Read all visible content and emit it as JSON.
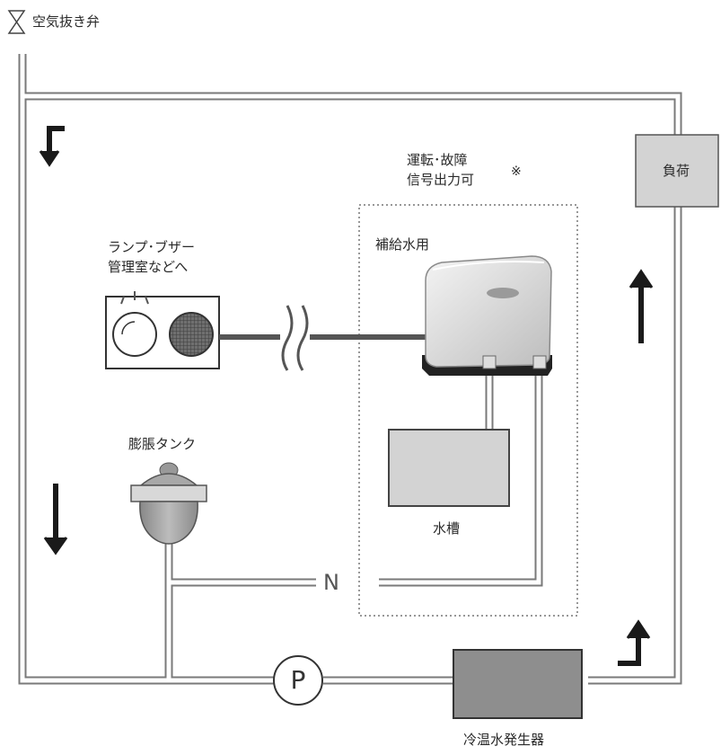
{
  "labels": {
    "air_vent": "空気抜き弁",
    "load": "負荷",
    "signal_line1": "運転･故障",
    "signal_line2": "信号出力可",
    "note_mark": "※",
    "makeup_water": "補給水用",
    "lamp_buzzer_line1": "ランプ･ブザー",
    "lamp_buzzer_line2": "管理室などへ",
    "expansion_tank": "膨脹タンク",
    "water_tank": "水槽",
    "check_n": "N",
    "pump": "P",
    "chiller": "冷温水発生器"
  },
  "colors": {
    "pipe_outline": "#7a7a7a",
    "box_fill": "#d3d3d3",
    "arrow": "#1a1a1a",
    "cable": "#555555",
    "dashed": "#777777"
  }
}
